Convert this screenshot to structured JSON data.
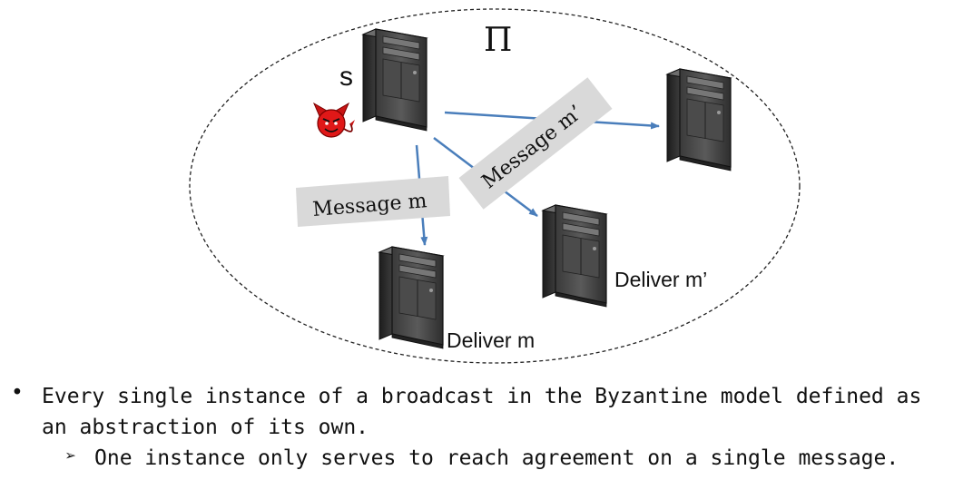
{
  "diagram": {
    "set_label": "Π",
    "sender_label": "s",
    "adversary_icon": "devil-icon",
    "server_icon": "server-tower-icon",
    "message_m_label": "Message m",
    "message_m_prime_label": "Message m’",
    "deliver_m_label": "Deliver m",
    "deliver_m_prime_label": "Deliver m’",
    "arrow_color": "#4a7ebb",
    "label_box_color": "#d9d9d9"
  },
  "bullets": {
    "bullet_symbol": "•",
    "line1": "Every single instance of a broadcast in the Byzantine model defined as",
    "line2": "an abstraction of its own.",
    "sub_bullet_symbol": "➢",
    "sub_item": "One instance only serves to reach agreement on a single message."
  }
}
